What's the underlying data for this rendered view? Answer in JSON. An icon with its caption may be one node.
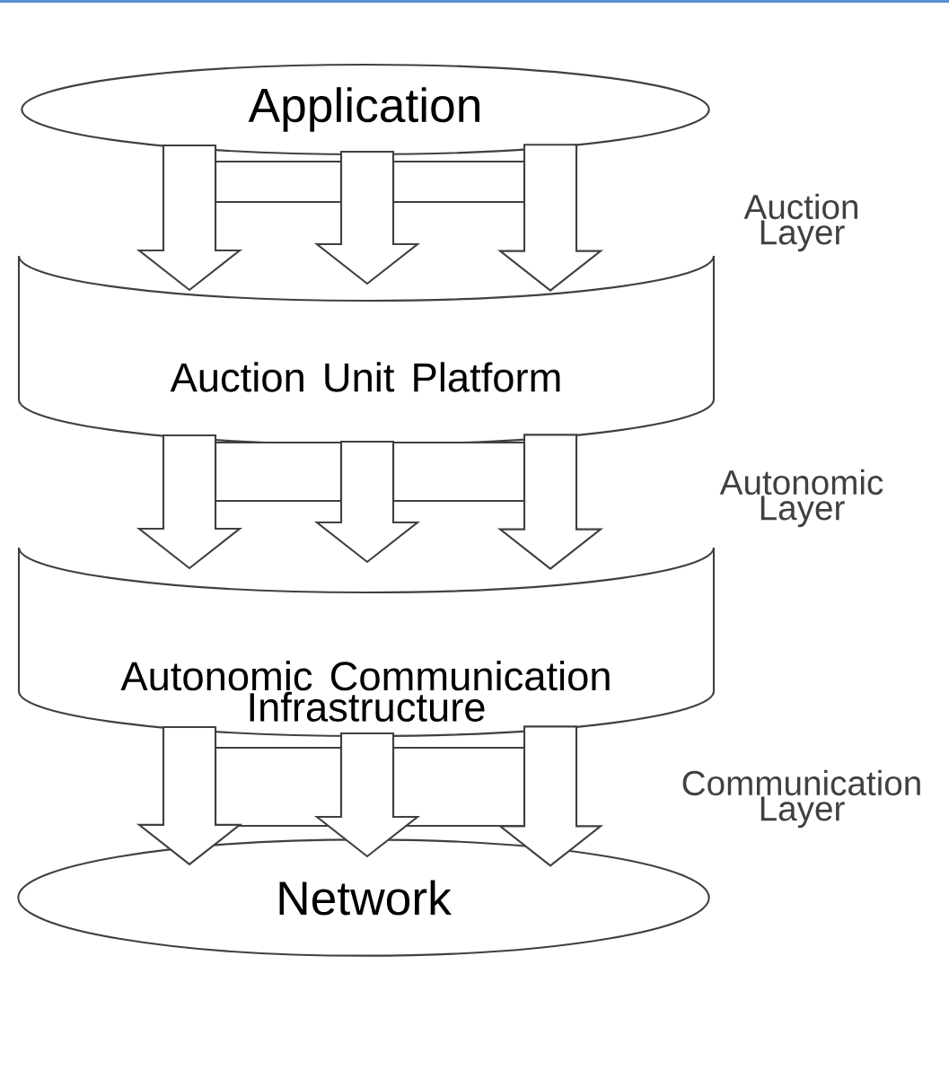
{
  "diagram": {
    "nodes": [
      {
        "text": [
          "Application"
        ]
      },
      {
        "text": [],
        "shape": "bar"
      },
      {
        "text": [],
        "shape": "bar"
      },
      {
        "text": [
          "Auction Unit Platform"
        ]
      },
      {
        "text": [],
        "shape": "bar"
      },
      {
        "text": [],
        "shape": "bar"
      },
      {
        "text": [
          "Autonomic Communication Infrastructure"
        ]
      },
      {
        "text": [],
        "shape": "bar"
      },
      {
        "text": [],
        "shape": "bar"
      },
      {
        "text": [
          "Network"
        ]
      }
    ],
    "edges": [
      {
        "from": 0,
        "to": 3,
        "arrow": "to"
      },
      {
        "from": 0,
        "to": 3,
        "arrow": "to"
      },
      {
        "from": 0,
        "to": 3,
        "arrow": "to"
      },
      {
        "from": 3,
        "to": 6,
        "arrow": "to"
      },
      {
        "from": 3,
        "to": 6,
        "arrow": "to"
      },
      {
        "from": 3,
        "to": 6,
        "arrow": "to"
      },
      {
        "from": 6,
        "to": 9,
        "arrow": "to"
      },
      {
        "from": 6,
        "to": 9,
        "arrow": "to"
      },
      {
        "from": 6,
        "to": 9,
        "arrow": "to"
      }
    ],
    "labels": [
      "Auction Layer",
      "Autonomic Layer",
      "Communication Layer"
    ]
  }
}
